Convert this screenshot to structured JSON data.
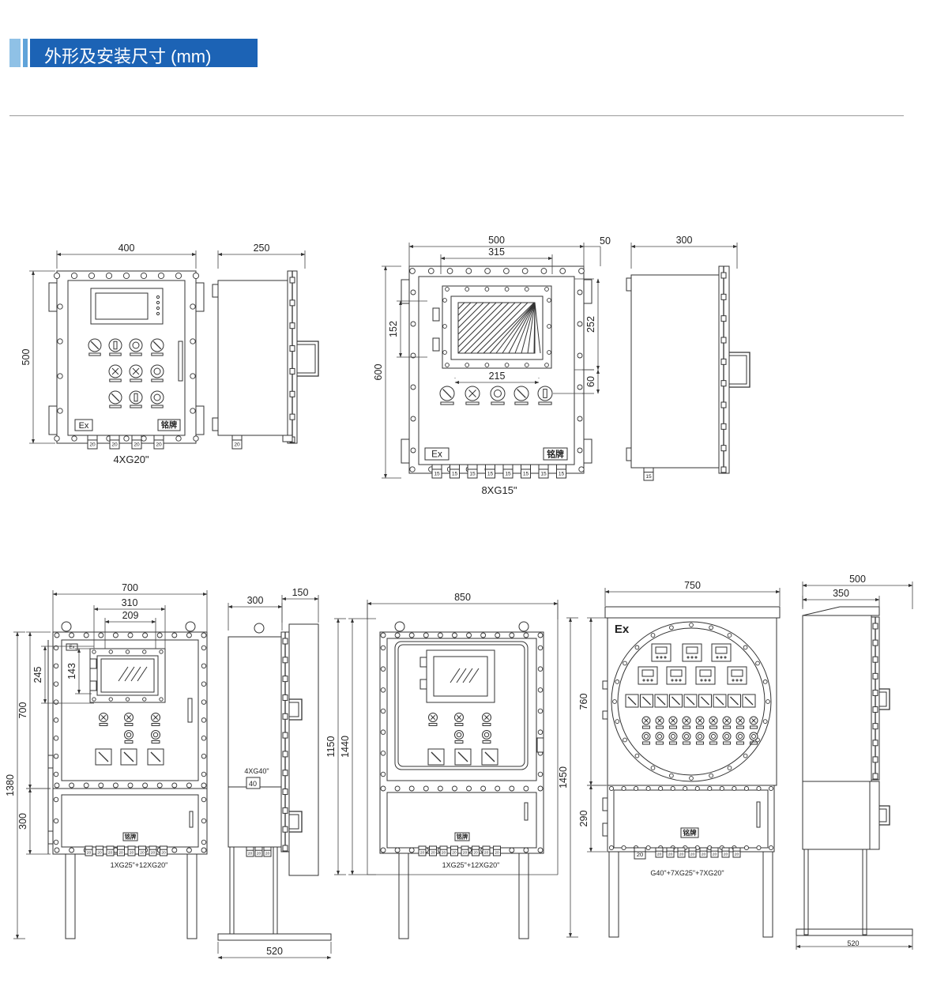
{
  "header": {
    "title": "外形及安装尺寸 (mm)"
  },
  "drawings": {
    "d1": {
      "width": "400",
      "height": "500",
      "glands": "4XG20\"",
      "ex": "Ex",
      "plate": "铭牌",
      "gland_label": "20"
    },
    "d2": {
      "depth": "250"
    },
    "d3": {
      "width": "500",
      "offset": "50",
      "inner_width": "315",
      "inner_height": "152",
      "height": "600",
      "side": "252",
      "window_width": "215",
      "lower": "60",
      "glands": "8XG15\"",
      "ex": "Ex",
      "plate": "铭牌",
      "gland_label": "15"
    },
    "d4": {
      "depth": "300"
    },
    "d5": {
      "width": "700",
      "w2": "310",
      "w3": "209",
      "h1": "245",
      "h2": "143",
      "h3": "700",
      "total": "1380",
      "lower": "300",
      "ex": "Ex",
      "plate": "铭牌",
      "glands": "1XG25\"+12XG20\"",
      "gland_label": "20"
    },
    "d6": {
      "depth": "300",
      "flange": "150",
      "gland_note": "4XG40\"",
      "gland_label": "40",
      "base": "520"
    },
    "d7": {
      "width": "850",
      "h1": "1150",
      "h2": "1440",
      "plate": "铭牌",
      "glands": "1XG25\"+12XG20\"",
      "gland_label": "20"
    },
    "d8": {
      "width": "750",
      "h1": "760",
      "total": "1450",
      "lower": "290",
      "ex": "Ex",
      "plate": "铭牌",
      "glands": "G40\"+7XG25\"+7XG20\"",
      "gland_label": "20"
    },
    "d9": {
      "depth": "500",
      "inner": "350",
      "base": "520"
    }
  }
}
